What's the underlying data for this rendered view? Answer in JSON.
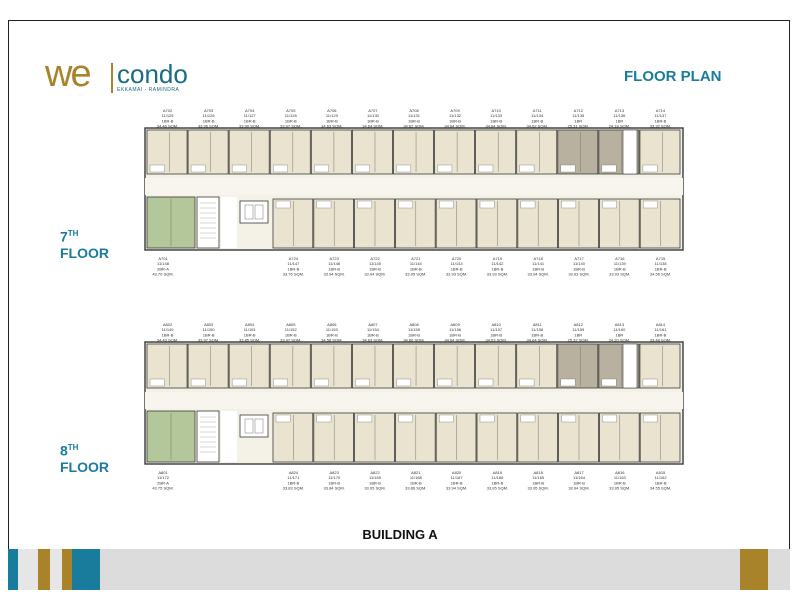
{
  "brand": {
    "logo_we": "we",
    "logo_condo": "condo",
    "logo_sub": "EKKAMAI - RAMINDRA"
  },
  "title": "FLOOR PLAN",
  "building": "BUILDING A",
  "floors": [
    {
      "id": "7",
      "label_num": "7",
      "label_sup": "TH",
      "label_word": "FLOOR",
      "top_units": [
        [
          "A702",
          "11/125",
          "1BR-B",
          "34.46 SQM."
        ],
        [
          "A703",
          "11/126",
          "1BR-B",
          "33.96 SQM."
        ],
        [
          "A704",
          "11/127",
          "1BR-B",
          "33.90 SQM."
        ],
        [
          "A705",
          "11/128",
          "1BR-B",
          "33.97 SQM."
        ],
        [
          "A706",
          "11/129",
          "1BR-B",
          "34.63 SQM."
        ],
        [
          "A707",
          "11/130",
          "1BR-B",
          "34.64 SQM."
        ],
        [
          "A708",
          "11/131",
          "1BR-B",
          "34.62 SQM."
        ],
        [
          "A709",
          "11/132",
          "1BR-B",
          "34.64 SQM."
        ],
        [
          "A710",
          "11/133",
          "1BR-B",
          "34.64 SQM."
        ],
        [
          "A711",
          "11/134",
          "1BR-B",
          "34.62 SQM."
        ],
        [
          "A712",
          "11/135",
          "1BR",
          "25.31 SQM."
        ],
        [
          "A713",
          "11/136",
          "1BR",
          "24.18 SQM."
        ],
        [
          "A714",
          "11/137",
          "1BR-B",
          "33.32 SQM."
        ]
      ],
      "bottom_units": [
        [
          "A701",
          "11/148",
          "2BR-A",
          "43.70 SQM."
        ],
        [
          "A724",
          "11/147",
          "1BR-B",
          "33.76 SQM."
        ],
        [
          "A723",
          "11/146",
          "1BR-B",
          "33.94 SQM."
        ],
        [
          "A722",
          "11/145",
          "1BR-B",
          "33.94 SQM."
        ],
        [
          "A721",
          "11/144",
          "1BR-B",
          "33.95 SQM."
        ],
        [
          "A720",
          "11/143",
          "1BR-B",
          "33.93 SQM."
        ],
        [
          "A719",
          "11/142",
          "1BR-B",
          "33.93 SQM."
        ],
        [
          "A718",
          "11/141",
          "1BR-B",
          "33.94 SQM."
        ],
        [
          "A717",
          "11/140",
          "1BR-B",
          "33.93 SQM."
        ],
        [
          "A716",
          "11/139",
          "1BR-B",
          "33.93 SQM."
        ],
        [
          "A715",
          "11/138",
          "1BR-B",
          "34.56 SQM."
        ]
      ]
    },
    {
      "id": "8",
      "label_num": "8",
      "label_sup": "TH",
      "label_word": "FLOOR",
      "top_units": [
        [
          "A802",
          "11/149",
          "1BR-B",
          "34.43 SQM."
        ],
        [
          "A803",
          "11/150",
          "1BR-B",
          "33.97 SQM."
        ],
        [
          "A804",
          "11/151",
          "1BR-B",
          "33.85 SQM."
        ],
        [
          "A805",
          "11/152",
          "1BR-B",
          "33.97 SQM."
        ],
        [
          "A806",
          "11/153",
          "1BR-B",
          "34.58 SQM."
        ],
        [
          "A807",
          "11/154",
          "1BR-B",
          "34.63 SQM."
        ],
        [
          "A808",
          "11/155",
          "1BR-B",
          "34.66 SQM."
        ],
        [
          "A809",
          "11/156",
          "1BR-B",
          "34.64 SQM."
        ],
        [
          "A810",
          "11/157",
          "1BR-B",
          "34.63 SQM."
        ],
        [
          "A811",
          "11/158",
          "1BR-B",
          "34.64 SQM."
        ],
        [
          "A812",
          "11/159",
          "1BR",
          "25.32 SQM."
        ],
        [
          "A813",
          "11/160",
          "1BR",
          "24.20 SQM."
        ],
        [
          "A814",
          "11/161",
          "1BR-B",
          "33.48 SQM."
        ]
      ],
      "bottom_units": [
        [
          "A801",
          "11/172",
          "2BR-A",
          "43.75 SQM."
        ],
        [
          "A824",
          "11/171",
          "1BR-B",
          "33.83 SQM."
        ],
        [
          "A823",
          "11/170",
          "1BR-B",
          "33.84 SQM."
        ],
        [
          "A822",
          "11/169",
          "1BR-B",
          "33.95 SQM."
        ],
        [
          "A821",
          "11/168",
          "1BR-B",
          "33.86 SQM."
        ],
        [
          "A820",
          "11/167",
          "1BR-B",
          "33.94 SQM."
        ],
        [
          "A819",
          "11/166",
          "1BR-B",
          "33.95 SQM."
        ],
        [
          "A818",
          "11/165",
          "1BR-B",
          "33.95 SQM."
        ],
        [
          "A817",
          "11/164",
          "1BR-B",
          "33.94 SQM."
        ],
        [
          "A816",
          "11/163",
          "1BR-B",
          "33.95 SQM."
        ],
        [
          "A815",
          "11/162",
          "1BR-B",
          "34.55 SQM."
        ]
      ]
    }
  ],
  "colors": {
    "teal": "#1a7c9c",
    "gold": "#a8832a",
    "unit": "#e9e3cf",
    "unit_dark": "#b8b19f",
    "unit_green": "#b4c79a",
    "wall": "#3a3a3a",
    "stripe_light": "#dcdcdc"
  }
}
